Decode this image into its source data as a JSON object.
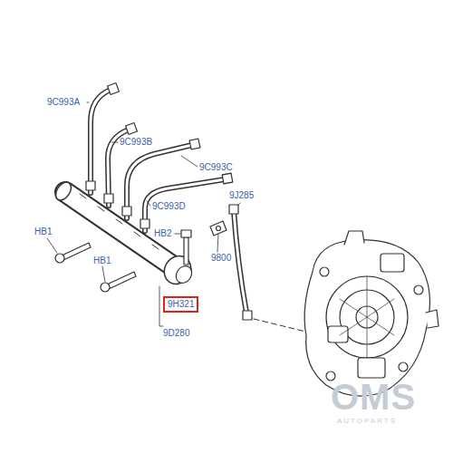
{
  "diagram": {
    "nodes": [
      {
        "text": [
          "9H321"
        ]
      }
    ],
    "labels": [
      "9C993A",
      "9C993B",
      "9C993C",
      "9C993D",
      "9J285",
      "HB1",
      "HB2",
      "9800",
      "HB1",
      "9D280",
      "OMS",
      "AUTOPARTS"
    ]
  }
}
